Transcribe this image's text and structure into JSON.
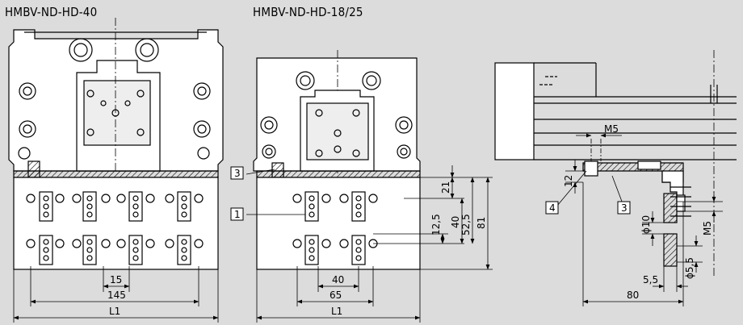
{
  "titles": {
    "left": "HMBV-ND-HD-40",
    "middle": "HMBV-ND-HD-18/25"
  },
  "callouts": {
    "c1": "1",
    "c3a": "3",
    "c3b": "3",
    "c4": "4"
  },
  "dims": {
    "left_15": "15",
    "left_145": "145",
    "left_L1": "L1",
    "mid_40": "40",
    "mid_65": "65",
    "mid_L1": "L1",
    "mid_21": "21",
    "mid_12_5": "12,5",
    "mid_40v": "40",
    "mid_52_5": "52,5",
    "mid_81": "81",
    "right_M5_top": "M5",
    "right_12": "12",
    "right_phi10": "ϕ10",
    "right_M5_side": "M5",
    "right_phi5_5": "ϕ5,5",
    "right_5_5": "5,5",
    "right_80": "80"
  }
}
